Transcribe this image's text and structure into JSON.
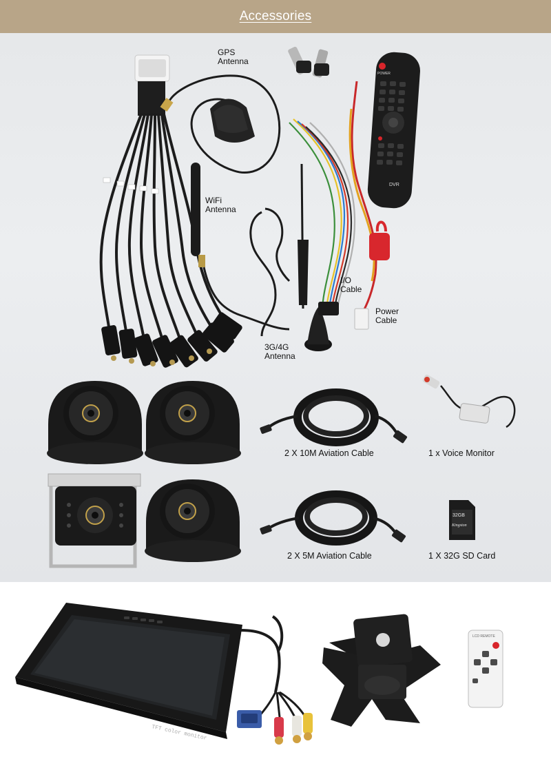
{
  "header": {
    "title": "Accessories"
  },
  "labels": {
    "gps": [
      "GPS",
      "Antenna"
    ],
    "wifi": [
      "WiFi",
      "Antenna"
    ],
    "io": [
      "I/O",
      "Cable"
    ],
    "power": [
      "Power",
      "Cable"
    ],
    "g34": [
      "3G/4G",
      "Antenna"
    ]
  },
  "remote": {
    "power": "POWER",
    "brand": "DVR"
  },
  "captions": {
    "cable10": "2 X 10M Aviation Cable",
    "voice": "1 x Voice Monitor",
    "cable5": "2 X 5M Aviation Cable",
    "sd": "1 X 32G SD Card"
  },
  "sdcard": {
    "capacity": "32GB",
    "brand": "Kingston"
  },
  "monitor": {
    "screen_text": "TFT color monitor"
  },
  "small_remote": {
    "title": "LCD REMOTE"
  },
  "colors": {
    "header_bg": "#b8a588",
    "panel_bg": "#e8eaec",
    "product": "#1b1b1b"
  }
}
